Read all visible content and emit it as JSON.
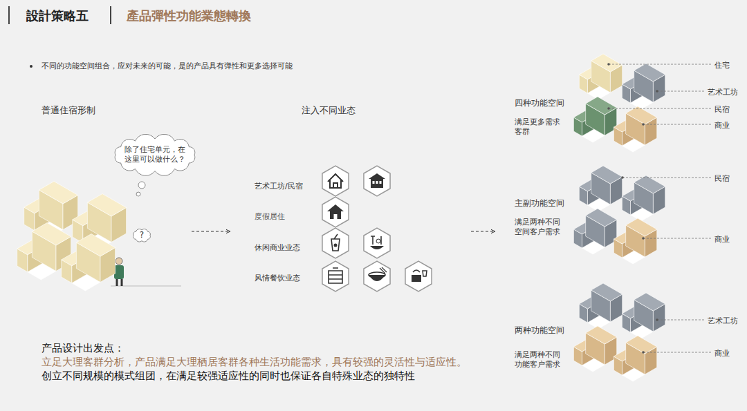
{
  "diagram": {
    "title": "設計策略五",
    "nodes": [
      {
        "text": [
          "除了住宅单元，在这里可以做什么？"
        ]
      },
      {
        "text": [
          "?"
        ]
      }
    ],
    "labels": [
      "產品彈性功能業態轉換",
      "不同的功能空间组合，应对未来的可能，是的产品具有弹性和更多选择可能",
      "普通住宿形制",
      "注入不同业态",
      "艺术工坊/民宿",
      "度假居住",
      "休闲商业业态",
      "风情餐饮业态",
      "四种功能空间",
      "满足更多需求客群",
      "主副功能空间",
      "满足两种不同空间客户需求",
      "两种功能空间",
      "满足两种不同功能客户需求",
      "住宅",
      "艺术工坊",
      "民宿",
      "商业",
      "民宿",
      "商业",
      "艺术工坊",
      "商业",
      "产品设计出发点：",
      "立足大理客群分析，产品满足大理栖居客群各种生活功能需求，具有较强的灵活性与适应性。",
      "创立不同规模的模式组团，在满足较强适应性的同时也保证各自特殊业态的独特性"
    ]
  }
}
